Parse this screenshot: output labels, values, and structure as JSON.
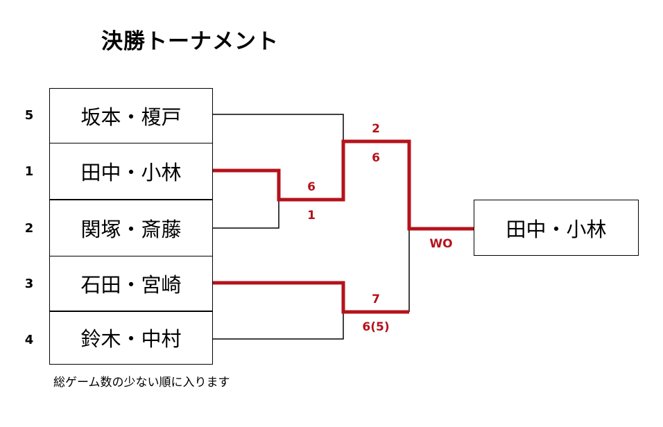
{
  "title": "決勝トーナメント",
  "entries": [
    {
      "seed": "5",
      "name": "坂本・榎戸"
    },
    {
      "seed": "1",
      "name": "田中・小林"
    },
    {
      "seed": "2",
      "name": "関塚・斎藤"
    },
    {
      "seed": "3",
      "name": "石田・宮崎"
    },
    {
      "seed": "4",
      "name": "鈴木・中村"
    }
  ],
  "scores": {
    "r1_top": "6",
    "r1_bottom": "1",
    "sf1_top": "2",
    "sf1_bottom": "6",
    "sf2_top": "7",
    "sf2_bottom": "6(5)",
    "final": "WO"
  },
  "winner": "田中・小林",
  "note": "総ゲーム数の少ない順に入ります",
  "colors": {
    "win_line": "#b5121b",
    "line": "#000000"
  }
}
